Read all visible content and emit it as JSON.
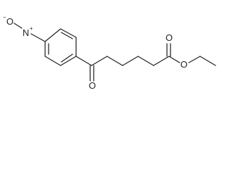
{
  "molecule": {
    "atoms": {
      "nitro_o_minus": "O",
      "nitro_n": "N",
      "ketone_o": "O",
      "ester_o_carbonyl": "O",
      "ester_o_ether": "O"
    },
    "charges": {
      "nitro_o_minus": "−",
      "nitro_n": "+"
    }
  }
}
